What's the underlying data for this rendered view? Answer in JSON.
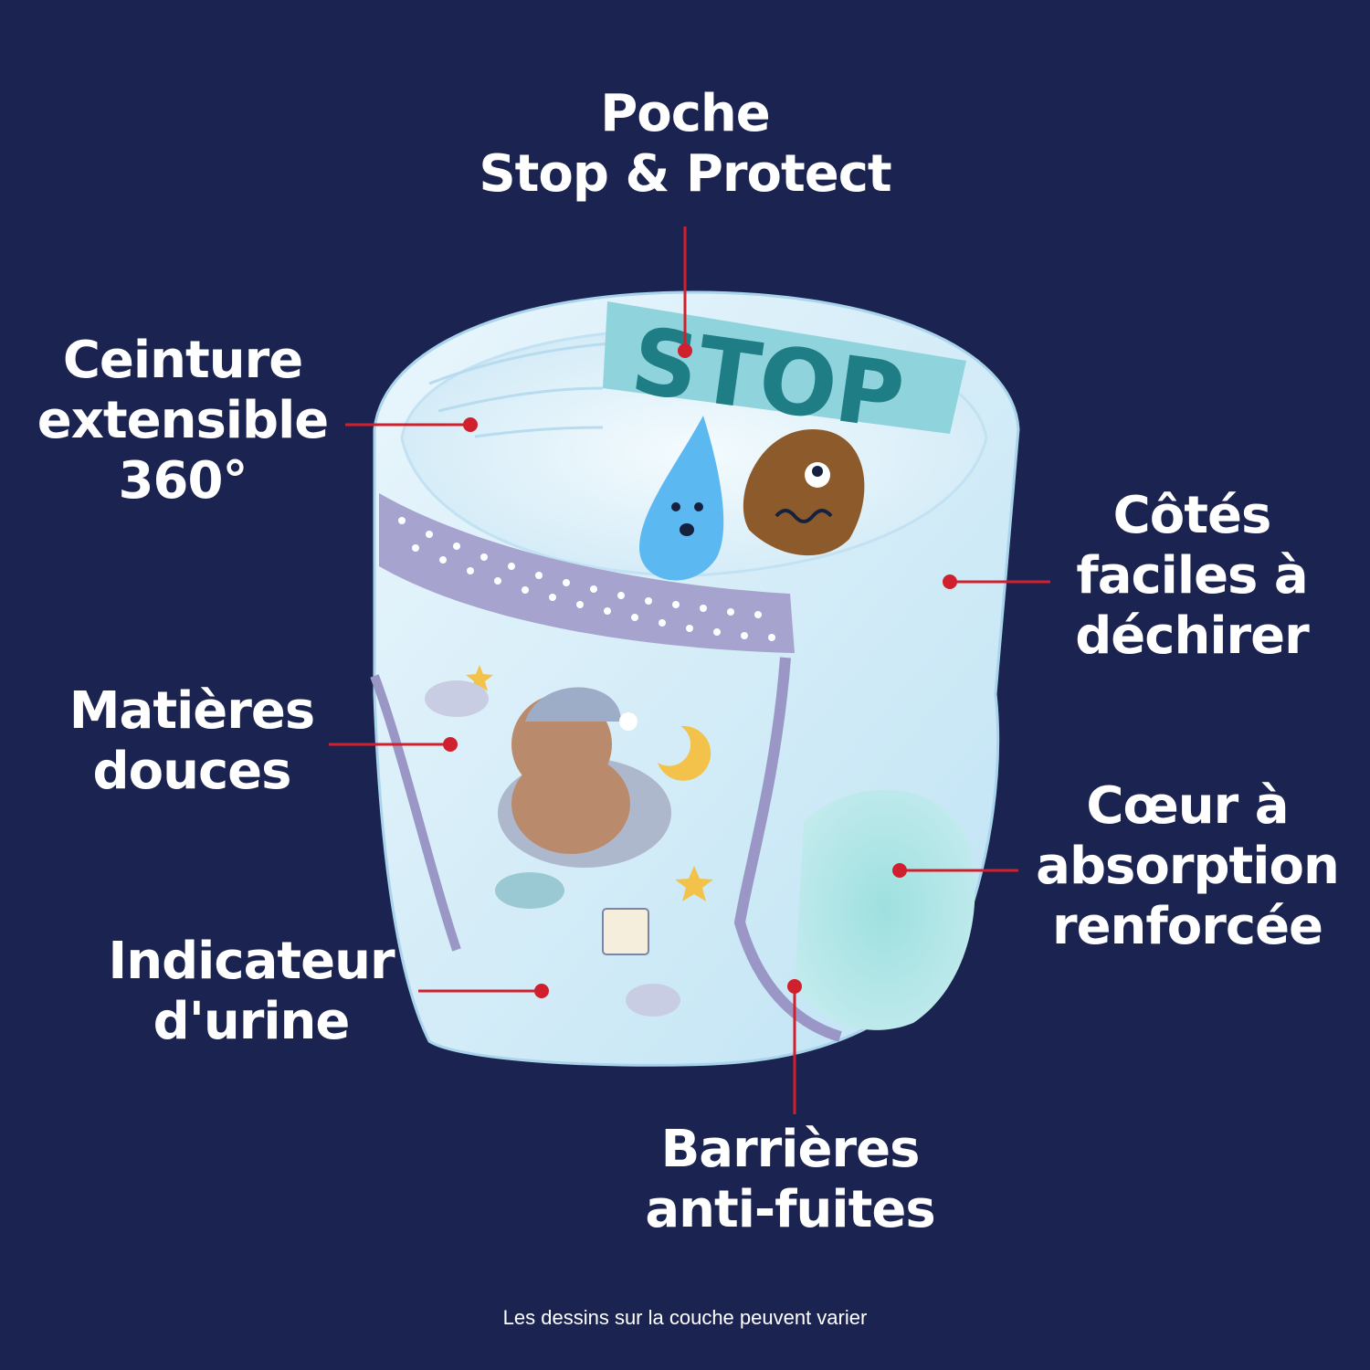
{
  "labels": {
    "poche": [
      "Poche",
      "Stop & Protect"
    ],
    "ceinture": [
      "Ceinture",
      "extensible",
      "360°"
    ],
    "cotes": [
      "Côtés",
      "faciles à",
      "déchirer"
    ],
    "matieres": [
      "Matières",
      "douces"
    ],
    "coeur": [
      "Cœur à",
      "absorption",
      "renforcée"
    ],
    "indicateur": [
      "Indicateur",
      "d'urine"
    ],
    "barrieres": [
      "Barrières",
      "anti-fuites"
    ]
  },
  "stop_text": "STOP",
  "footnote": "Les dessins sur la couche peuvent varier",
  "colors": {
    "background": "#1b2450",
    "leader_line": "#d0202e",
    "text": "#ffffff",
    "diaper_light": "#dff1fb",
    "diaper_mid": "#b6dcf2",
    "waistband_stripe": "#9b97c6",
    "stop_tag": "#8fd3dc",
    "stop_text": "#1f7d86",
    "water_drop": "#5bb8f0",
    "brown_blob": "#8c5a2b"
  }
}
